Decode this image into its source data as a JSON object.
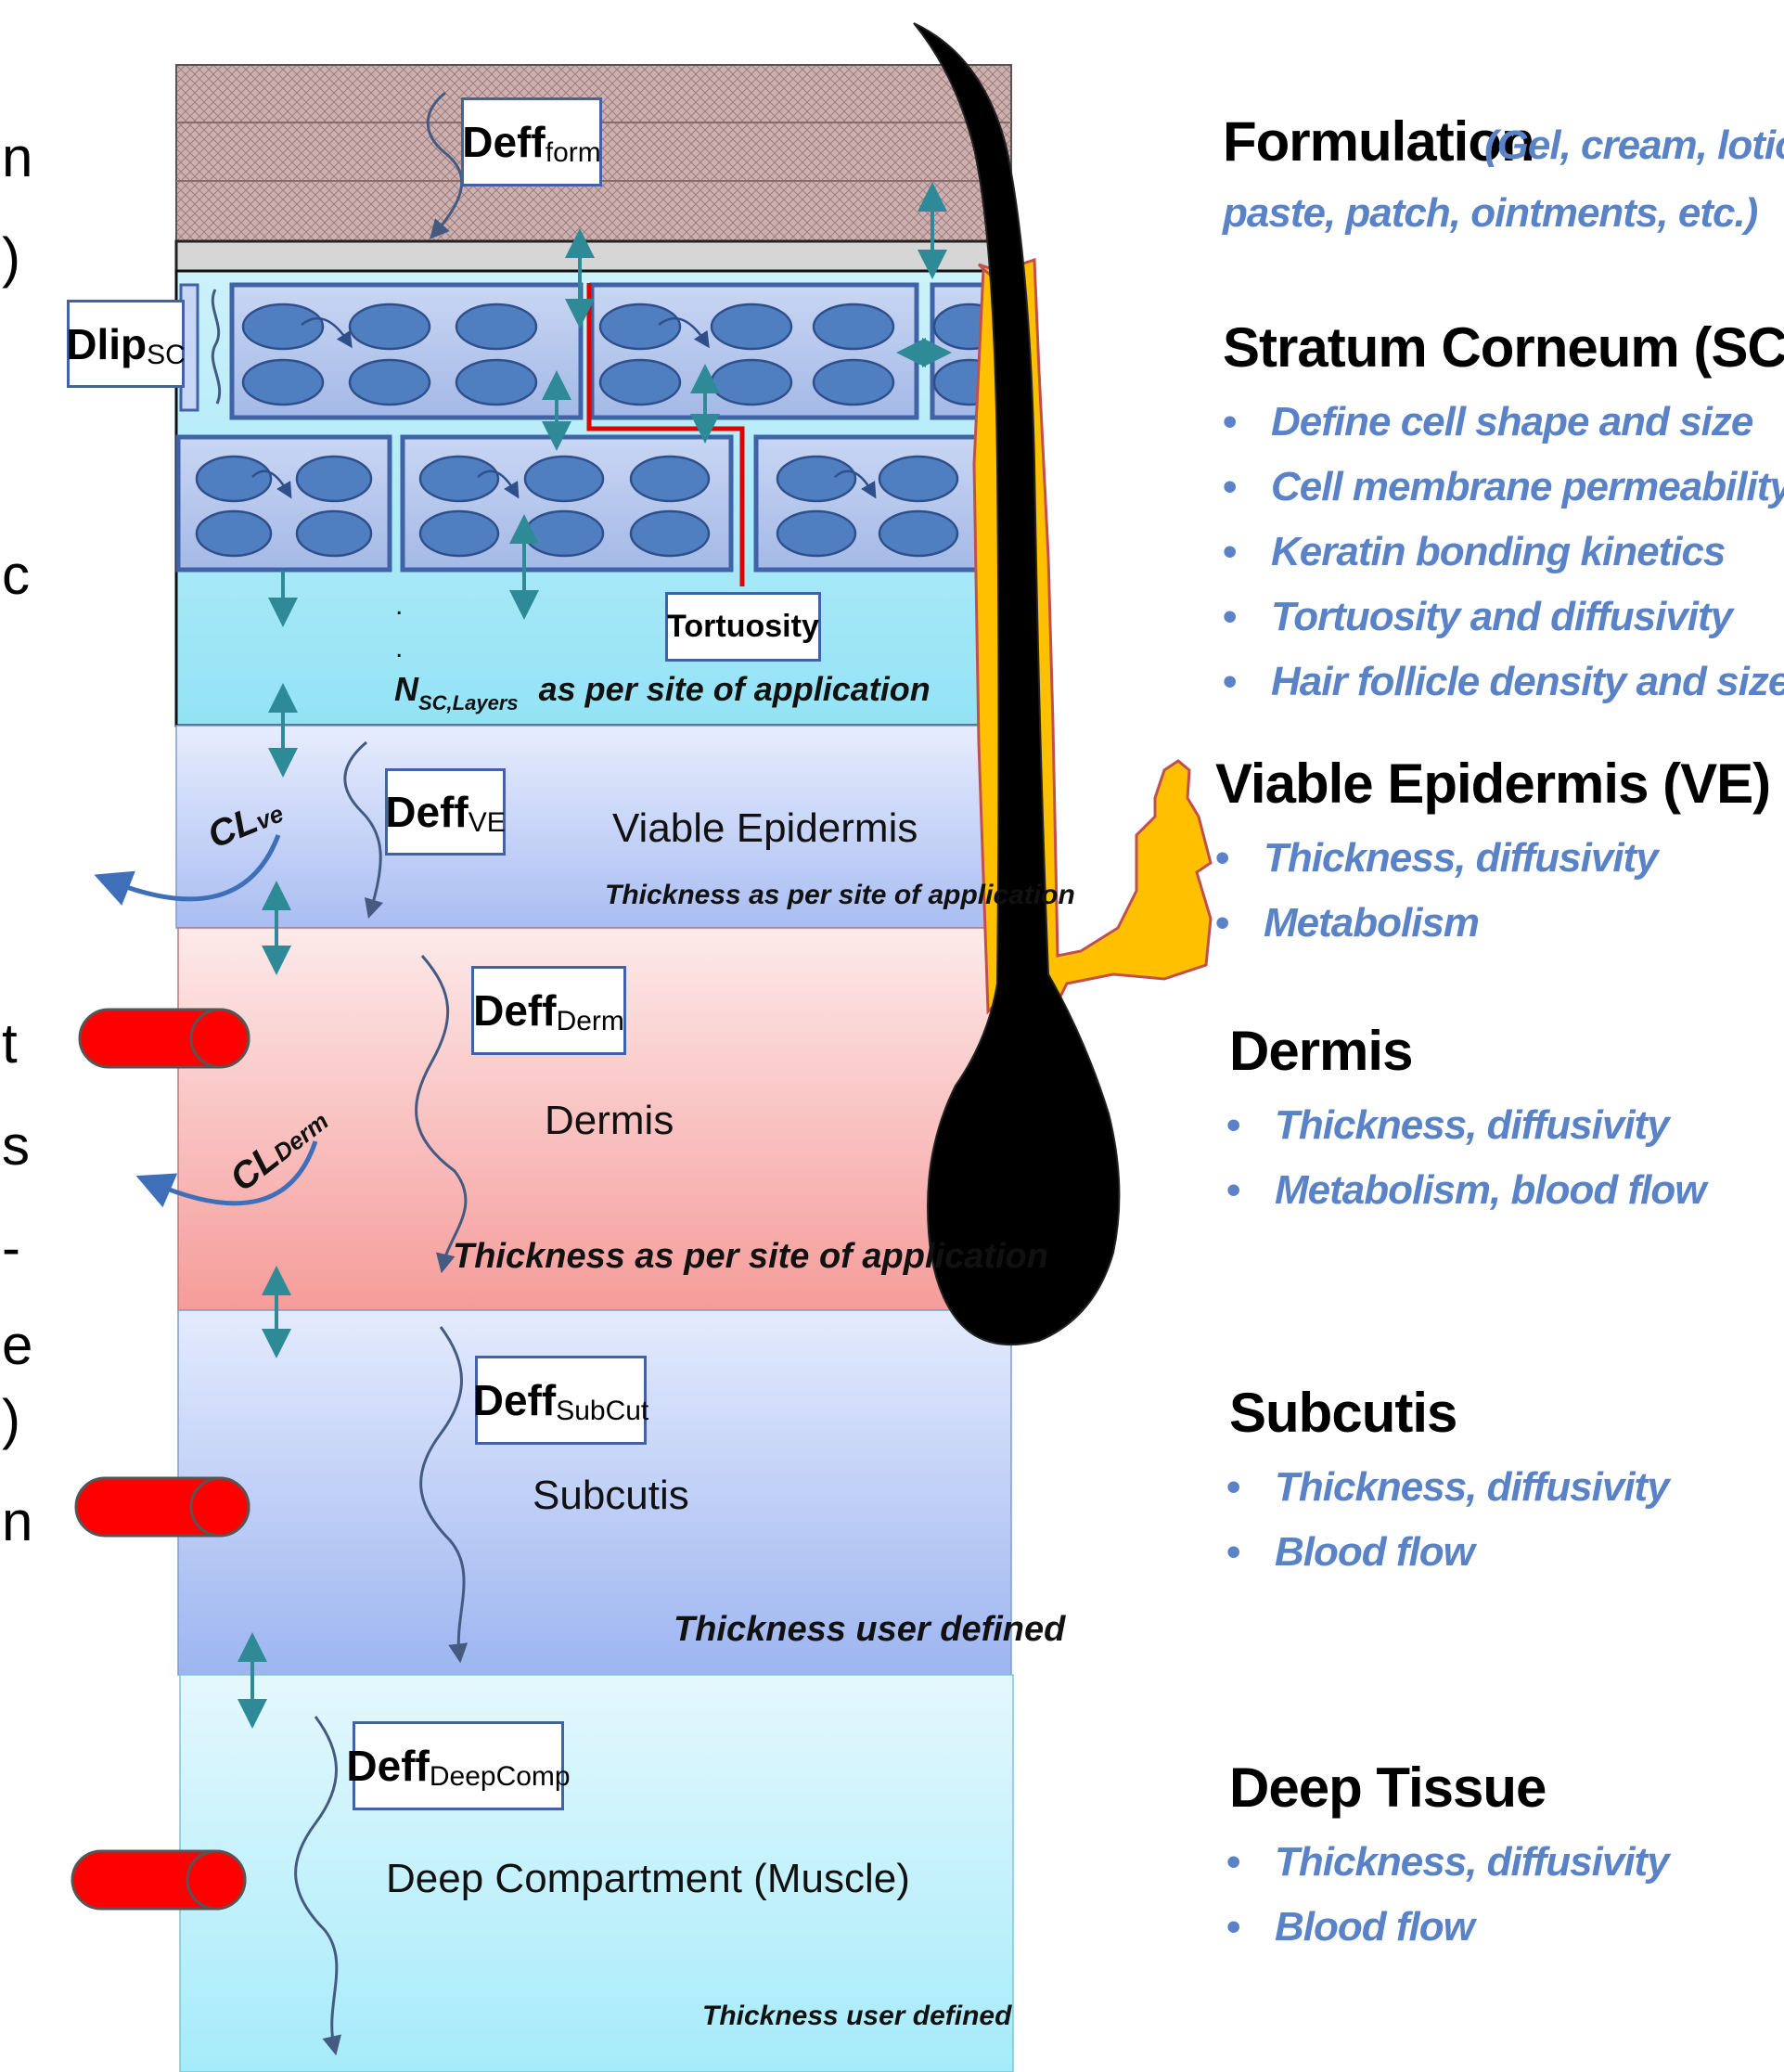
{
  "diagram": {
    "boxes": {
      "deff_form": {
        "main": "Deff",
        "sub": "form"
      },
      "dlip_sc": {
        "main": "Dlip",
        "sub": "SC"
      },
      "tortuosity": {
        "main": "Tortuosity"
      },
      "deff_ve": {
        "main": "Deff",
        "sub": "VE"
      },
      "deff_derm": {
        "main": "Deff",
        "sub": "Derm"
      },
      "deff_subcut": {
        "main": "Deff",
        "sub": "SubCut"
      },
      "deff_deep": {
        "main": "Deff",
        "sub": "DeepComp"
      }
    },
    "sc_dots": ".",
    "sc_layers": {
      "symbol": "N",
      "symbol_sub": "SC,Layers",
      "text": "as per site of application"
    },
    "clearance_ve": {
      "main": "CL",
      "sub": "ve"
    },
    "clearance_derm": {
      "main": "CL",
      "sub": "Derm"
    },
    "layer_names": {
      "ve": "Viable Epidermis",
      "ve_thickness": "Thickness as per site of application",
      "derm": "Dermis",
      "derm_thickness": "Thickness as per site of application",
      "subcut": "Subcutis",
      "subcut_thickness": "Thickness user defined",
      "deep": "Deep Compartment (Muscle)",
      "deep_thickness": "Thickness user defined"
    },
    "colors": {
      "formulation": "#c9a9a9",
      "cell_fill": "#4f7fc0",
      "cell_border": "#2f4f8a",
      "sc_bg": "#a8e8f6",
      "ve_bg": "#c6d3f7",
      "dermis_bg": "#f8b4b2",
      "subcutis_bg": "#b6c8f5",
      "deep_bg": "#bdf0fb",
      "arrow": "#2e8a97",
      "vessel": "#ff0000",
      "hair": "#000000",
      "gland": "#ffc000",
      "path": "#ff0000"
    },
    "left_edge_glyphs": [
      "n",
      ")",
      "c",
      "t",
      "s",
      "-",
      "e",
      ")",
      "n"
    ]
  },
  "legend": [
    {
      "title": "Formulation",
      "note": "(Gel, cream, lotions,",
      "note2": "paste, patch, ointments, etc.)"
    },
    {
      "title": "Stratum Corneum (SC)",
      "items": [
        "Define cell shape and size",
        "Cell membrane permeability",
        "Keratin bonding kinetics",
        "Tortuosity and diffusivity",
        "Hair follicle density and size"
      ]
    },
    {
      "title": "Viable Epidermis (VE)",
      "items": [
        "Thickness, diffusivity",
        "Metabolism"
      ]
    },
    {
      "title": "Dermis",
      "items": [
        "Thickness, diffusivity",
        "Metabolism, blood flow"
      ]
    },
    {
      "title": "Subcutis",
      "items": [
        "Thickness, diffusivity",
        "Blood flow"
      ]
    },
    {
      "title": "Deep Tissue",
      "items": [
        "Thickness, diffusivity",
        "Blood flow"
      ]
    }
  ]
}
